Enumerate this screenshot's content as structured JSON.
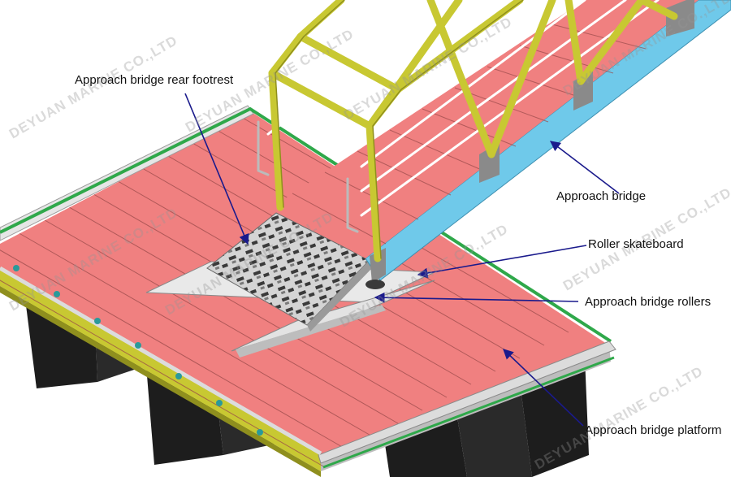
{
  "labels": {
    "rear_footrest": "Approach bridge rear footrest",
    "approach_bridge": "Approach bridge",
    "roller_skateboard": "Roller skateboard",
    "bridge_rollers": "Approach bridge rollers",
    "bridge_platform": "Approach bridge platform"
  },
  "watermark": "DEYUAN MARINE CO.,LTD",
  "colors": {
    "deck": "#f08080",
    "deck_plank_line": "#9a4a4a",
    "frame": "#c8c832",
    "bridge_side": "#6fc9ea",
    "edge_green": "#2fa84a",
    "pontoon": "#1d1d1d",
    "arrow": "#1a1a8c",
    "footrest": "#c9c9c9"
  }
}
